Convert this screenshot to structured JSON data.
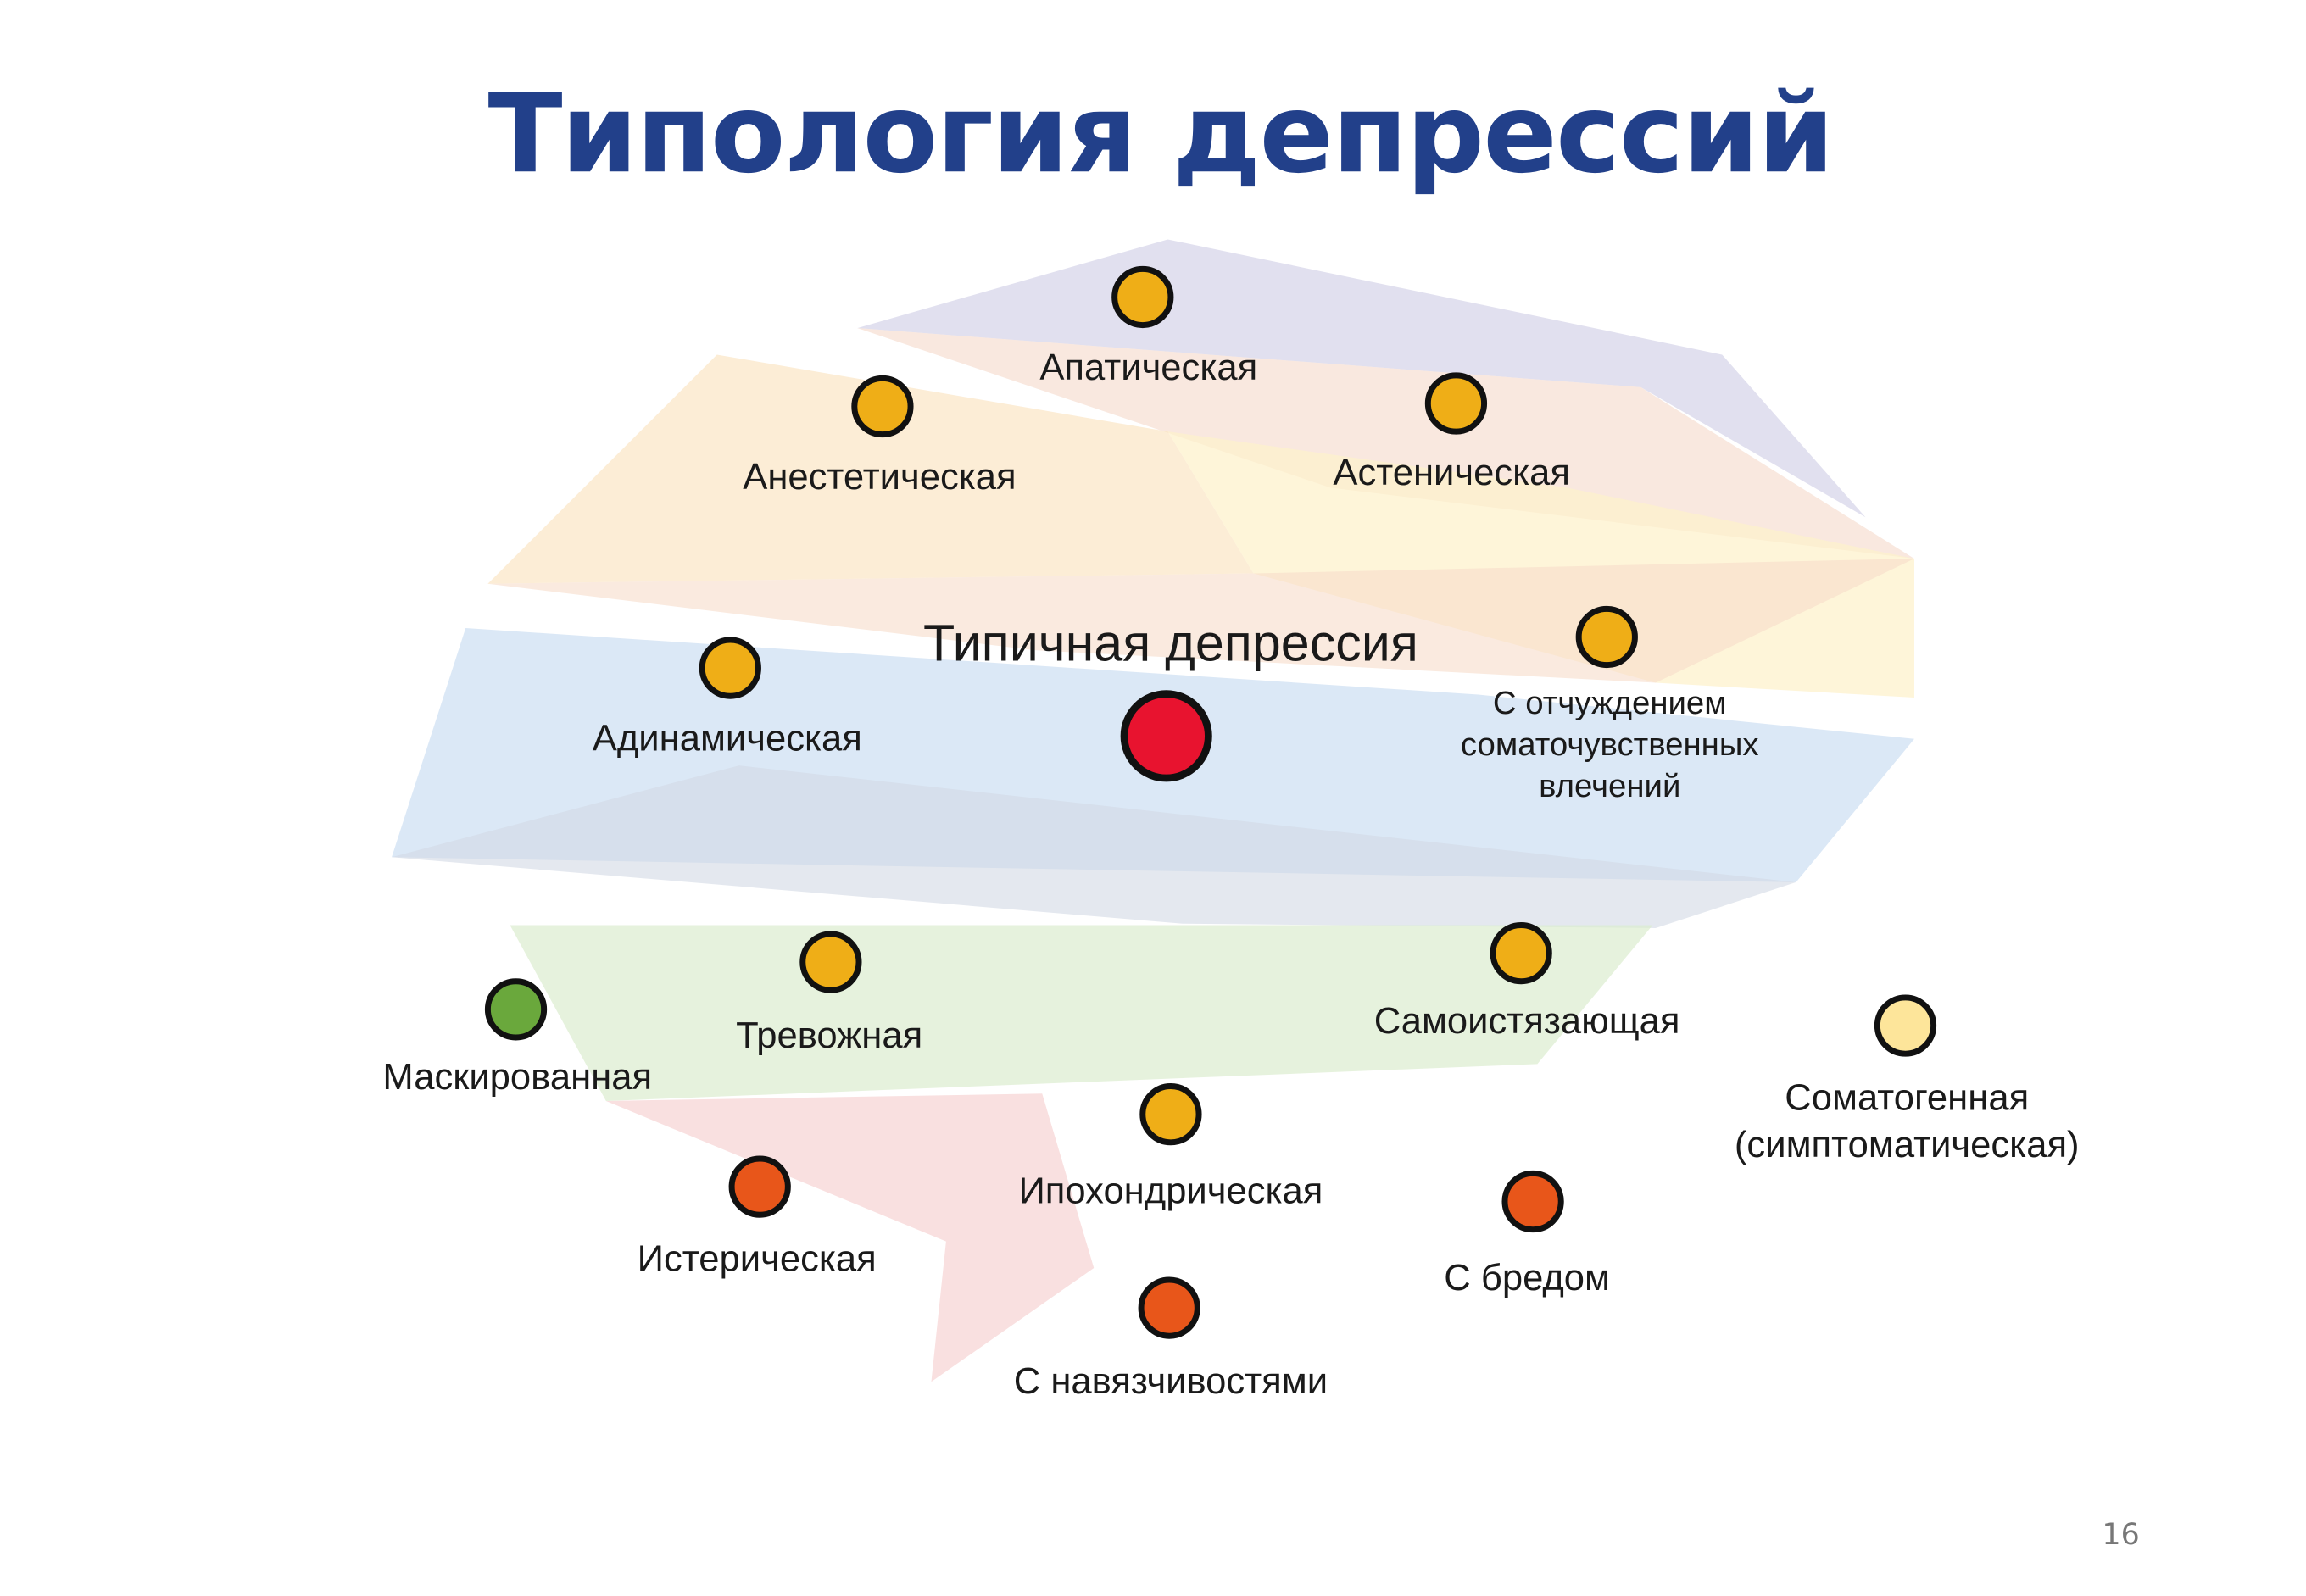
{
  "title": "Типология депрессий",
  "page_number": "16",
  "colors": {
    "yellow": "#efae17",
    "red": "#e8132f",
    "orange": "#e8561a",
    "green": "#6aa83c",
    "pale": "#fde59a",
    "title": "#22408a"
  },
  "nodes": {
    "apathetic": "Апатическая",
    "anesthetic": "Анестетическая",
    "asthenic": "Астеническая",
    "typical": "Типичная депрессия",
    "adynamic": "Адинамическая",
    "alienation": [
      "С отчуждением",
      "соматочувственных",
      "влечений"
    ],
    "masked": "Маскированная",
    "anxious": "Тревожная",
    "self_torturing": "Самоистязающая",
    "somatogenic": [
      "Соматогенная",
      "(симптоматическая)"
    ],
    "hypochondriac": "Ипохондрическая",
    "hysterical": "Истерическая",
    "delusional": "С бредом",
    "obsessive": "С навязчивостями"
  }
}
